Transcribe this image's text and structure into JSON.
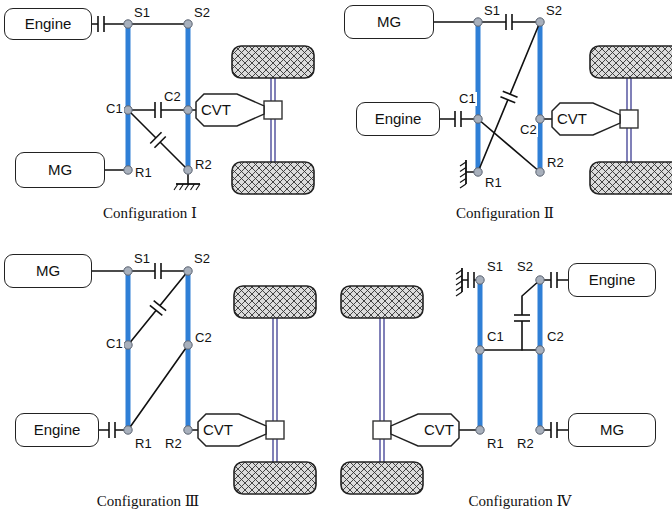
{
  "diagram": {
    "nodes": [
      {
        "text": [
          "Engine"
        ]
      },
      {
        "text": [
          "CVT"
        ]
      },
      {
        "text": [
          "MG"
        ]
      },
      {
        "text": [
          "MG"
        ]
      },
      {
        "text": [
          "Engine"
        ]
      },
      {
        "text": [
          "CVT"
        ]
      },
      {
        "text": [
          "MG"
        ]
      },
      {
        "text": [
          "Engine"
        ]
      },
      {
        "text": [
          "CVT"
        ]
      },
      {
        "text": [
          "Engine"
        ]
      },
      {
        "text": [
          "CVT"
        ]
      },
      {
        "text": [
          "MG"
        ]
      }
    ],
    "labels": [
      "S1",
      "S2",
      "C1",
      "C2",
      "R1",
      "R2",
      "Configuration Ⅰ",
      "S1",
      "S2",
      "C1",
      "C2",
      "R1",
      "R2",
      "Configuration Ⅱ",
      "S1",
      "S2",
      "C1",
      "C2",
      "R1",
      "R2",
      "Configuration Ⅲ",
      "S1",
      "S2",
      "C1",
      "C2",
      "R1",
      "R2",
      "Configuration Ⅳ"
    ]
  }
}
